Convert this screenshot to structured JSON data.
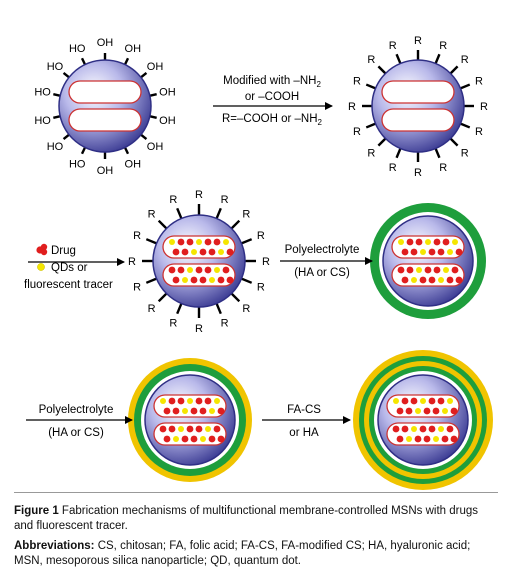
{
  "diagram": {
    "stage1": {
      "hydroxyl_label": "OH",
      "hydroxyl_label_left": "HO"
    },
    "arrow1": {
      "line1": "Modified with –NH",
      "line1_sub": "2",
      "line2": "or –COOH",
      "line3": "R=–COOH or –NH",
      "line3_sub": "2"
    },
    "stage2": {
      "group_label": "R"
    },
    "legend": {
      "drug_label": "Drug",
      "qd_label_line1": "QDs or",
      "qd_label_line2": "fluorescent tracer"
    },
    "arrow2": {
      "line1": "Polyelectrolyte",
      "line2": "(HA or CS)"
    },
    "arrow3": {
      "line1": "Polyelectrolyte",
      "line2": "(HA or CS)"
    },
    "arrow4": {
      "line1": "FA-CS",
      "line2": "or HA"
    },
    "colors": {
      "core_blue": "#4f4fa6",
      "drug_red": "#e01e1e",
      "qd_yellow": "#f5e600",
      "green_layer": "#1e9e3c",
      "yellow_layer": "#f0c400",
      "channel_fill": "#ffffff",
      "channel_border": "#cc3333"
    }
  },
  "caption": {
    "figure_label": "Figure 1",
    "figure_text": " Fabrication mechanisms of multifunctional membrane-controlled MSNs with drugs and fluorescent tracer.",
    "abbreviations_label": "Abbreviations:",
    "abbreviations_text": " CS, chitosan; FA, folic acid; FA-CS, FA-modified CS; HA, hyaluronic acid; MSN, mesoporous silica nanoparticle; QD, quantum dot."
  }
}
